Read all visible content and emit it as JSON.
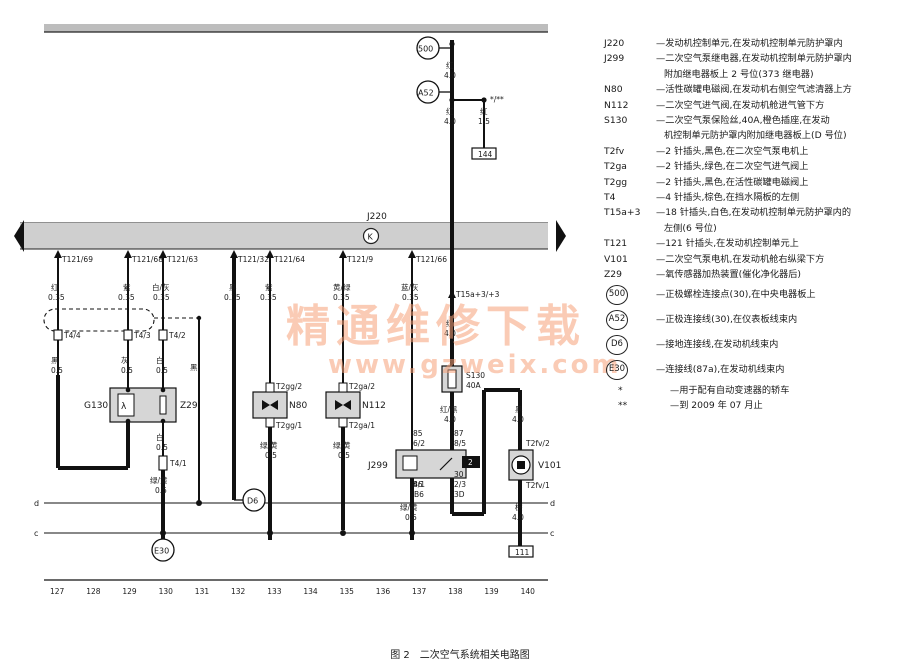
{
  "ecu": {
    "label": "J220",
    "ground_symbol": "K"
  },
  "pins": {
    "p1": "T121/69",
    "p2": "T121/68",
    "p3": "T121/63",
    "p4": "T121/32",
    "p5": "T121/64",
    "p6": "T121/9",
    "p7": "T121/66",
    "p8": "T15a+3/+3"
  },
  "wires": {
    "w1": [
      "红",
      "0.35"
    ],
    "w2": [
      "紫",
      "0.35"
    ],
    "w3": [
      "白/灰",
      "0.35"
    ],
    "w4": [
      "黑",
      "0.35"
    ],
    "w5": [
      "紫",
      "0.35"
    ],
    "w6": [
      "黄/绿",
      "0.35"
    ],
    "w7": [
      "蓝/灰",
      "0.35"
    ],
    "w8": [
      "红",
      "4.0"
    ],
    "w9": [
      "红",
      "4.0"
    ],
    "w10": [
      "红",
      "1.5"
    ],
    "w11": [
      "红",
      "4.0"
    ],
    "w12": [
      "黑",
      "0.5"
    ],
    "w13": [
      "灰",
      "0.5"
    ],
    "w14": [
      "白",
      "0.5"
    ],
    "w15": [
      "绿/黄",
      "0.5"
    ],
    "w16": [
      "黑"
    ],
    "w17": [
      "绿/黄",
      "0.5"
    ],
    "w18": [
      "绿/黄",
      "0.5"
    ],
    "w19": [
      "红/黑",
      "4.0"
    ],
    "w20": [
      "黑",
      "4.0"
    ],
    "w21": [
      "绿/黄",
      "0.5"
    ],
    "w22": [
      "棕",
      "4.0"
    ]
  },
  "connectors": {
    "c1": "T4/4",
    "c2": "T4/3",
    "c3": "T4/2",
    "c4": "T4/1",
    "c5": "T2gg/2",
    "c6": "T2gg/1",
    "c7": "T2ga/2",
    "c8": "T2ga/1",
    "c9": "85",
    "c10": "6/2",
    "c11": "87",
    "c12": "8/5",
    "c13": "86",
    "c14": "4/1",
    "c15": "B6",
    "c16": "30",
    "c17": "2/3",
    "c18": "3D",
    "c19": "T2fv/2",
    "c20": "T2fv/1"
  },
  "components": {
    "g130": "G130",
    "z29": "Z29",
    "n80": "N80",
    "n112": "N112",
    "s130": "S130",
    "s130_rating": "40A",
    "j299": "J299",
    "j299_loc": "2",
    "v101": "V101"
  },
  "points": {
    "n500": "500",
    "a52": "A52",
    "e30": "E30",
    "d6": "D6",
    "t144": "144",
    "t111": "111",
    "star": "*/**",
    "line_d": "d",
    "line_c": "c",
    "ecu_bar": "J220"
  },
  "track_numbers": [
    "127",
    "128",
    "129",
    "130",
    "131",
    "132",
    "133",
    "134",
    "135",
    "136",
    "137",
    "138",
    "139",
    "140"
  ],
  "legend": {
    "rows": [
      {
        "code": "J220",
        "text": "—发动机控制单元,在发动机控制单元防护罩内"
      },
      {
        "code": "J299",
        "text": "—二次空气泵继电器,在发动机控制单元防护罩内",
        "cont": "附加继电器板上 2 号位(373 继电器)"
      },
      {
        "code": "N80",
        "text": "—活性碳罐电磁阀,在发动机右侧空气滤清器上方"
      },
      {
        "code": "N112",
        "text": "—二次空气进气阀,在发动机舱进气管下方"
      },
      {
        "code": "S130",
        "text": "—二次空气泵保险丝,40A,橙色插座,在发动",
        "cont": "机控制单元防护罩内附加继电器板上(D 号位)"
      },
      {
        "code": "T2fv",
        "text": "—2 针插头,黑色,在二次空气泵电机上"
      },
      {
        "code": "T2ga",
        "text": "—2 针插头,绿色,在二次空气进气阀上"
      },
      {
        "code": "T2gg",
        "text": "—2 针插头,黑色,在活性碳罐电磁阀上"
      },
      {
        "code": "T4",
        "text": "—4 针插头,棕色,在挡水隔板的左侧"
      },
      {
        "code": "T15a+3",
        "text": "—18 针插头,白色,在发动机控制单元防护罩内的",
        "cont": "左侧(6 号位)"
      },
      {
        "code": "T121",
        "text": "—121 针插头,在发动机控制单元上"
      },
      {
        "code": "V101",
        "text": "—二次空气泵电机,在发动机舱右纵梁下方"
      },
      {
        "code": "Z29",
        "text": "—氧传感器加热装置(催化净化器后)"
      }
    ],
    "symbols": [
      {
        "sym": "500",
        "text": "—正极螺栓连接点(30),在中央电器板上"
      },
      {
        "sym": "A52",
        "text": "—正极连接线(30),在仪表板线束内"
      },
      {
        "sym": "D6",
        "text": "—接地连接线,在发动机线束内"
      },
      {
        "sym": "E30",
        "text": "—连接线(87a),在发动机线束内"
      }
    ],
    "notes": [
      {
        "mark": "*",
        "text": "—用于配有自动变速器的轿车"
      },
      {
        "mark": "**",
        "text": "—到 2009 年 07 月止"
      }
    ]
  },
  "watermark": {
    "cn": "精通维修下载",
    "url": "www.gzweix.com"
  },
  "caption": "图 2　二次空气系统相关电路图"
}
